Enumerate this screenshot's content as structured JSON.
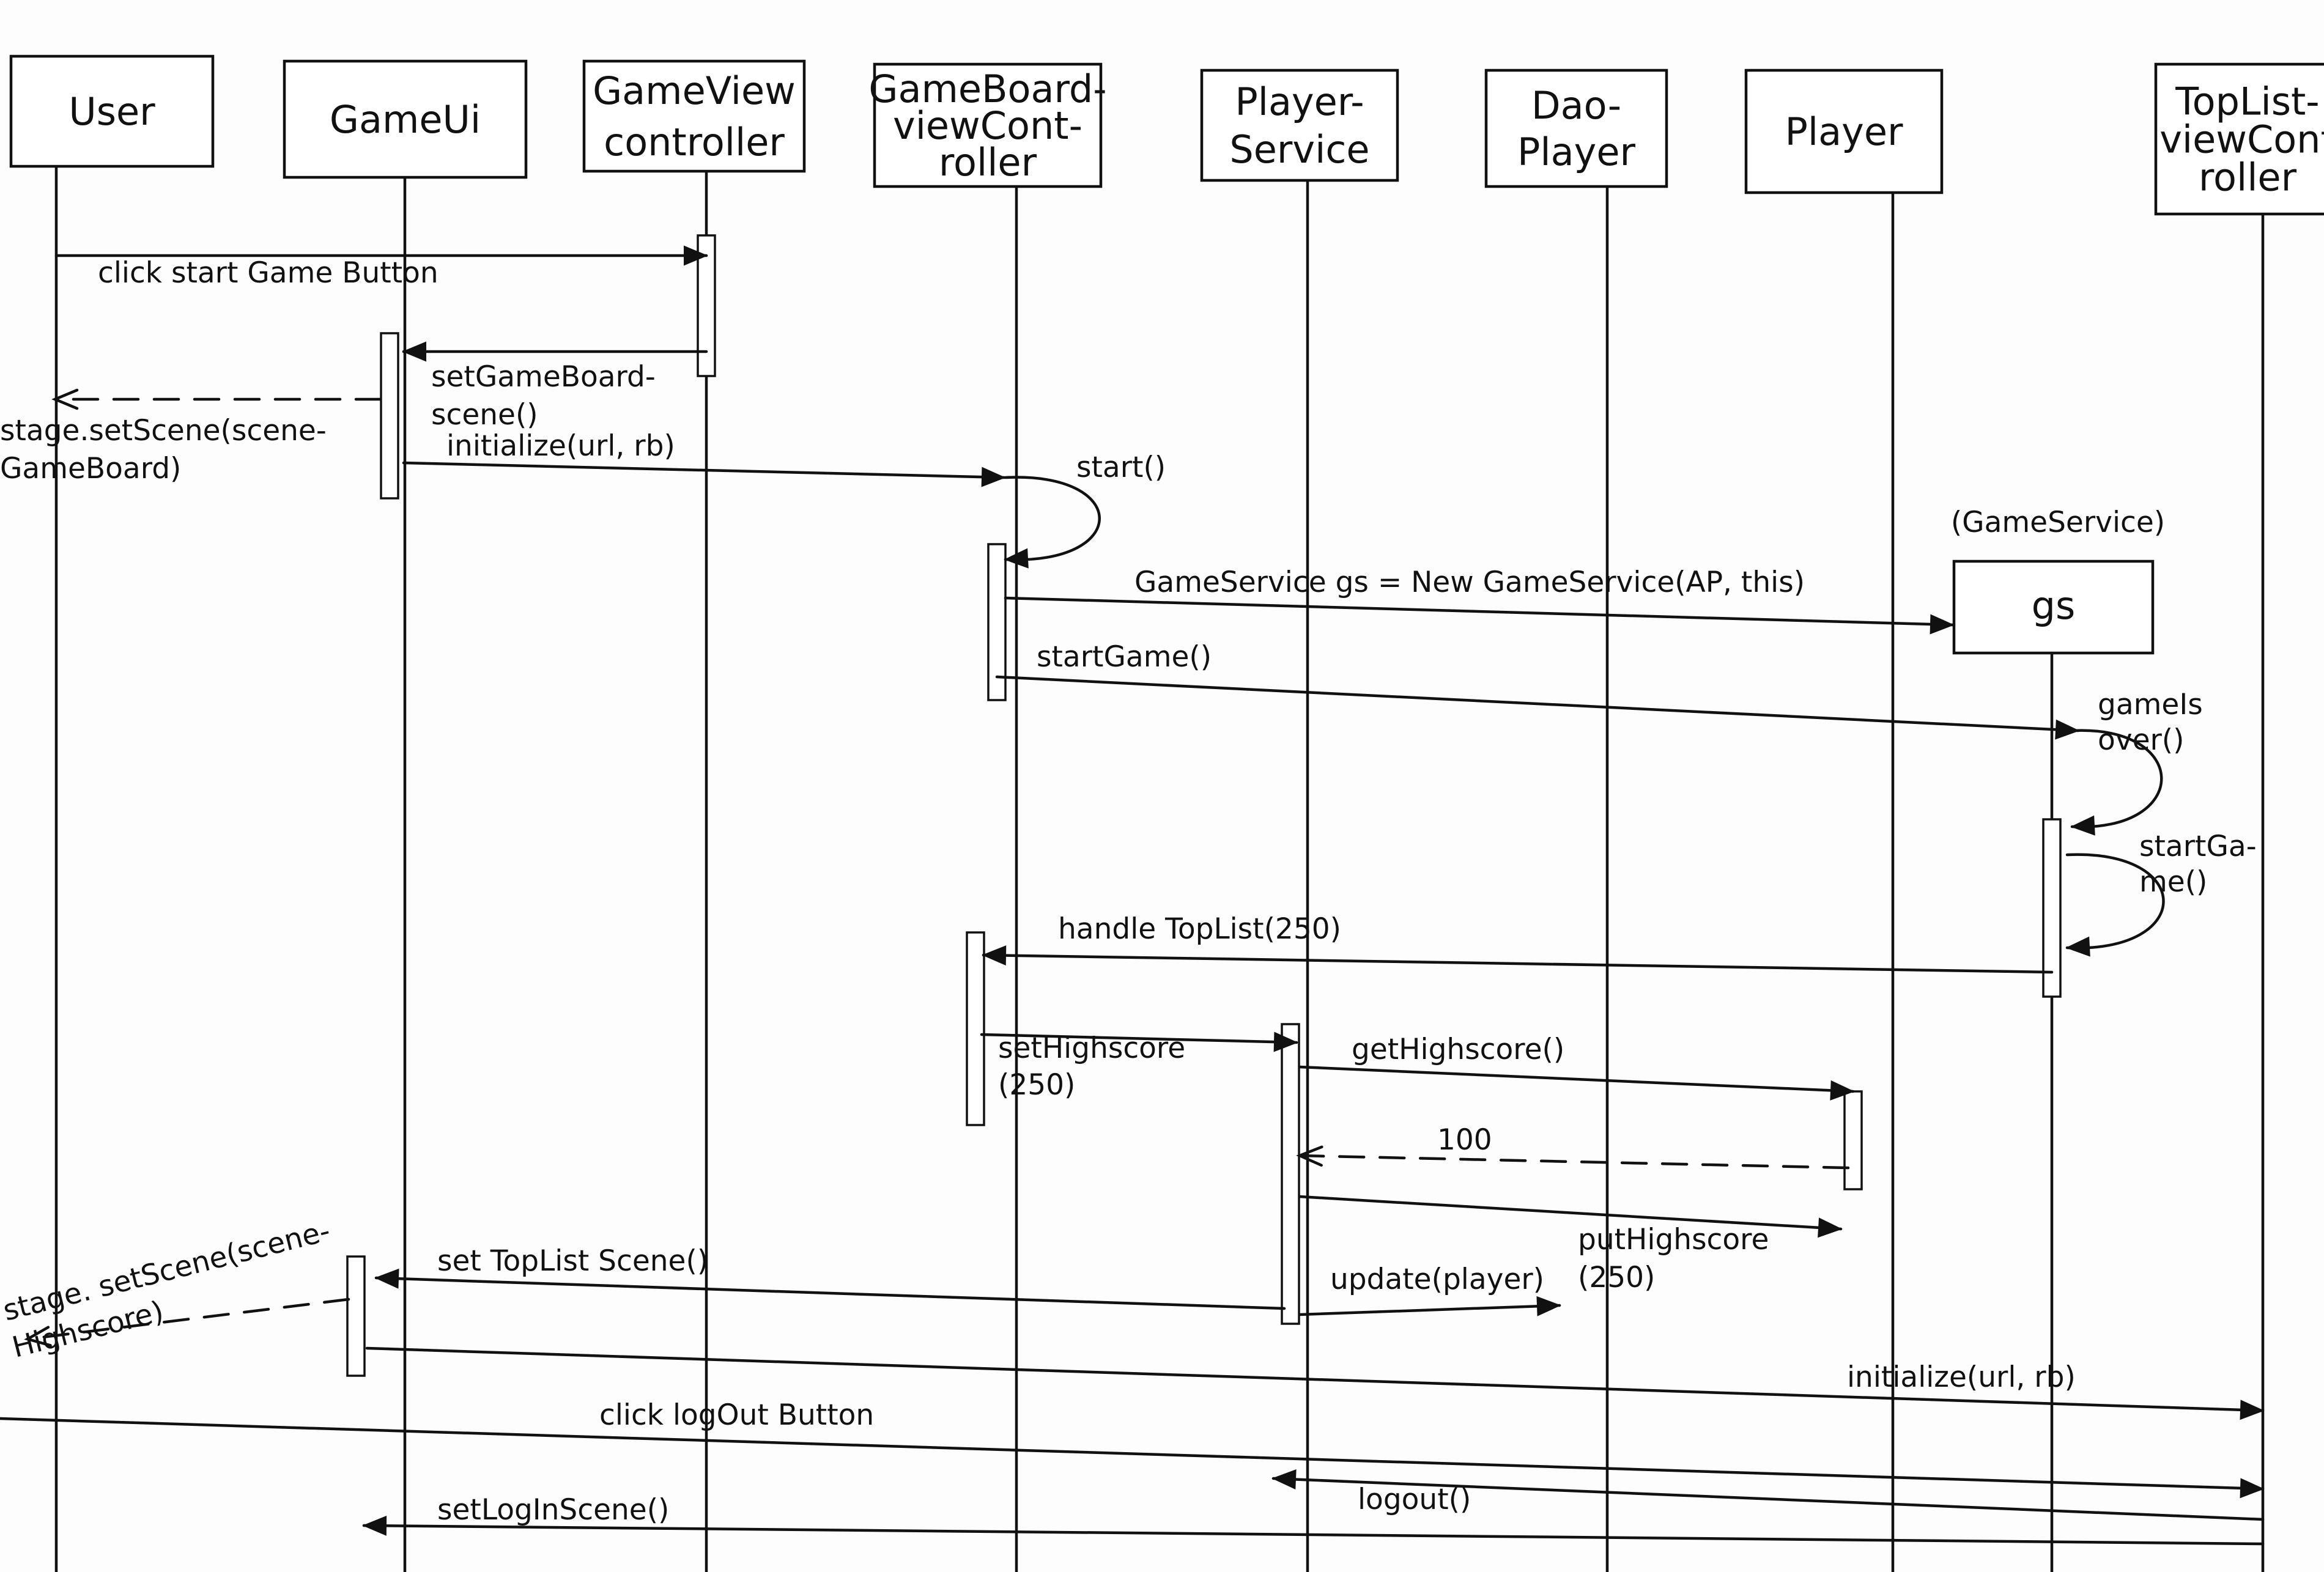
{
  "participants": [
    {
      "id": "user",
      "lines": [
        "User"
      ]
    },
    {
      "id": "gameui",
      "lines": [
        "GameUi"
      ]
    },
    {
      "id": "gameviewcontroller",
      "lines": [
        "GameView",
        "controller"
      ]
    },
    {
      "id": "gameboardviewcontroller",
      "lines": [
        "GameBoard-",
        "viewCont-",
        "roller"
      ]
    },
    {
      "id": "playerservice",
      "lines": [
        "Player-",
        "Service"
      ]
    },
    {
      "id": "daoplayer",
      "lines": [
        "Dao-",
        "Player"
      ]
    },
    {
      "id": "player",
      "lines": [
        "Player"
      ]
    },
    {
      "id": "toplistviewcontroller",
      "lines": [
        "TopList-",
        "viewCont",
        "roller"
      ]
    }
  ],
  "created_object": {
    "type_label": "(GameService)",
    "name": "gs"
  },
  "messages": [
    {
      "id": "m1",
      "lines": [
        "click   start Game Button"
      ]
    },
    {
      "id": "m2",
      "lines": [
        "setGameBoard-",
        "scene()"
      ]
    },
    {
      "id": "m3",
      "lines": [
        "stage.setScene(scene-",
        "GameBoard)"
      ]
    },
    {
      "id": "m4",
      "lines": [
        "initialize(url, rb)"
      ]
    },
    {
      "id": "m5",
      "lines": [
        "start()"
      ]
    },
    {
      "id": "m6",
      "lines": [
        "GameService  gs  = New GameService(AP, this)"
      ]
    },
    {
      "id": "m7",
      "lines": [
        "startGame()"
      ]
    },
    {
      "id": "m8",
      "lines": [
        "gameIs",
        "over()"
      ]
    },
    {
      "id": "m9",
      "lines": [
        "startGa-",
        "me()"
      ]
    },
    {
      "id": "m10",
      "lines": [
        "handle TopList(250)"
      ]
    },
    {
      "id": "m11",
      "lines": [
        "setHighscore",
        "(250)"
      ]
    },
    {
      "id": "m12",
      "lines": [
        "getHighscore()"
      ]
    },
    {
      "id": "m13",
      "lines": [
        "100"
      ]
    },
    {
      "id": "m14",
      "lines": [
        "putHighscore",
        "(250)"
      ]
    },
    {
      "id": "m15",
      "lines": [
        "set TopList Scene()"
      ]
    },
    {
      "id": "m16",
      "lines": [
        "stage. setScene(scene-",
        "Highscore)"
      ]
    },
    {
      "id": "m17",
      "lines": [
        "update(player)"
      ]
    },
    {
      "id": "m18",
      "lines": [
        "initialize(url, rb)"
      ]
    },
    {
      "id": "m19",
      "lines": [
        "click  logOut Button"
      ]
    },
    {
      "id": "m20",
      "lines": [
        "logout()"
      ]
    },
    {
      "id": "m21",
      "lines": [
        "setLogInScene()"
      ]
    }
  ]
}
